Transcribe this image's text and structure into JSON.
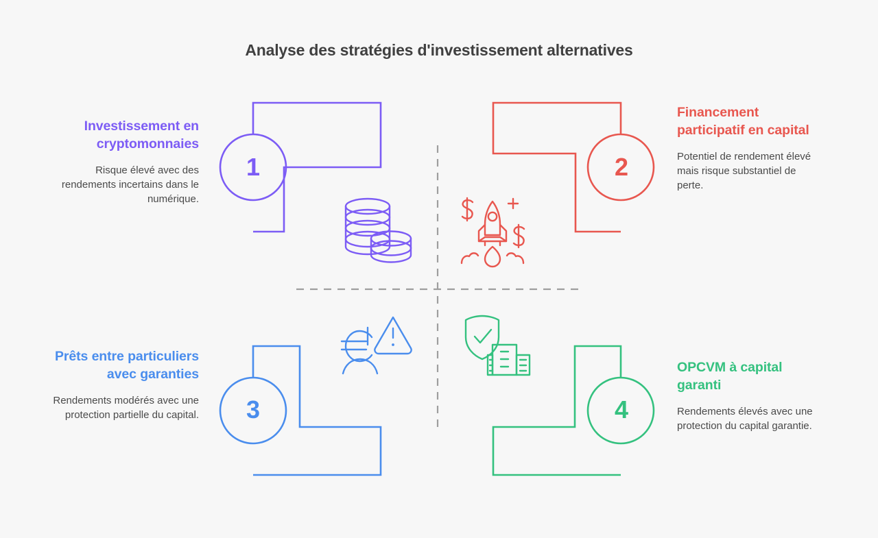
{
  "page": {
    "title": "Analyse des stratégies d'investissement alternatives",
    "background_color": "#f7f7f7",
    "divider_color": "#9e9e9e"
  },
  "quadrants": [
    {
      "number": "1",
      "heading": "Investissement en cryptomonnaies",
      "body": "Risque élevé avec des rendements incertains dans le numérique.",
      "color": "#7c5cf5",
      "icon": "coins-stack-icon",
      "position": "top-left",
      "text_align": "right"
    },
    {
      "number": "2",
      "heading": "Financement participatif en capital",
      "body": "Potentiel de rendement élevé mais risque substantiel de perte.",
      "color": "#e8574f",
      "icon": "rocket-money-icon",
      "position": "top-right",
      "text_align": "left"
    },
    {
      "number": "3",
      "heading": "Prêts entre particuliers avec garanties",
      "body": "Rendements modérés avec une protection partielle du capital.",
      "color": "#4a8ded",
      "icon": "euro-person-warning-icon",
      "position": "bottom-left",
      "text_align": "right"
    },
    {
      "number": "4",
      "heading": "OPCVM à capital garanti",
      "body": "Rendements élevés avec une protection du capital garantie.",
      "color": "#34c17f",
      "icon": "shield-bank-icon",
      "position": "bottom-right",
      "text_align": "left"
    }
  ]
}
